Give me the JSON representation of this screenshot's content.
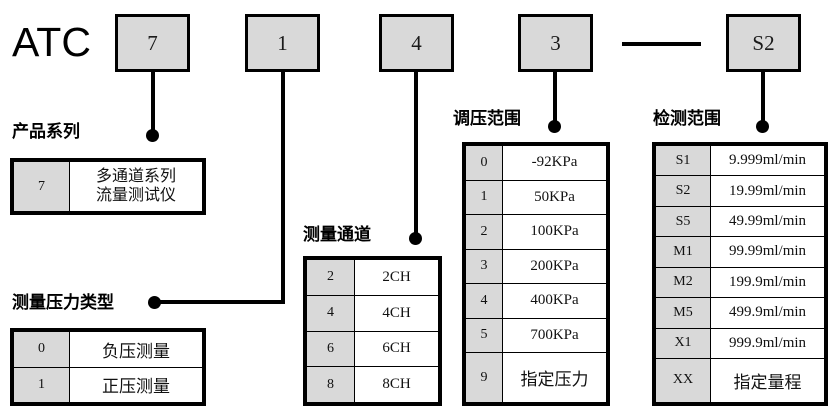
{
  "diagram": {
    "brand": "ATC",
    "code_boxes": [
      {
        "value": "7",
        "name": "series"
      },
      {
        "value": "1",
        "name": "pressure-type"
      },
      {
        "value": "4",
        "name": "channels"
      },
      {
        "value": "3",
        "name": "pressure-range"
      },
      {
        "value": "S2",
        "name": "detection-range"
      }
    ],
    "separator": "—",
    "colors": {
      "box_fill": "#d9d9d9",
      "code_cell_fill": "#d9d9d9",
      "desc_cell_fill": "#ffffff",
      "line": "#000000",
      "background": "#ffffff"
    }
  },
  "sections": {
    "series": {
      "caption": "产品系列",
      "rows": [
        {
          "code": "7",
          "desc_line1": "多通道系列",
          "desc_line2": "流量测试仪"
        }
      ]
    },
    "pressure_type": {
      "caption": "测量压力类型",
      "rows": [
        {
          "code": "0",
          "desc": "负压测量"
        },
        {
          "code": "1",
          "desc": "正压测量"
        }
      ]
    },
    "channels": {
      "caption": "测量通道",
      "rows": [
        {
          "code": "2",
          "desc": "2CH"
        },
        {
          "code": "4",
          "desc": "4CH"
        },
        {
          "code": "6",
          "desc": "6CH"
        },
        {
          "code": "8",
          "desc": "8CH"
        }
      ]
    },
    "pressure_range": {
      "caption": "调压范围",
      "rows": [
        {
          "code": "0",
          "desc": "-92KPa"
        },
        {
          "code": "1",
          "desc": "50KPa"
        },
        {
          "code": "2",
          "desc": "100KPa"
        },
        {
          "code": "3",
          "desc": "200KPa"
        },
        {
          "code": "4",
          "desc": "400KPa"
        },
        {
          "code": "5",
          "desc": "700KPa"
        },
        {
          "code": "9",
          "desc": "指定压力"
        }
      ]
    },
    "detection_range": {
      "caption": "检测范围",
      "rows": [
        {
          "code": "S1",
          "desc": "9.999ml/min"
        },
        {
          "code": "S2",
          "desc": "19.99ml/min"
        },
        {
          "code": "S5",
          "desc": "49.99ml/min"
        },
        {
          "code": "M1",
          "desc": "99.99ml/min"
        },
        {
          "code": "M2",
          "desc": "199.9ml/min"
        },
        {
          "code": "M5",
          "desc": "499.9ml/min"
        },
        {
          "code": "X1",
          "desc": "999.9ml/min"
        },
        {
          "code": "XX",
          "desc": "指定量程"
        }
      ]
    }
  }
}
